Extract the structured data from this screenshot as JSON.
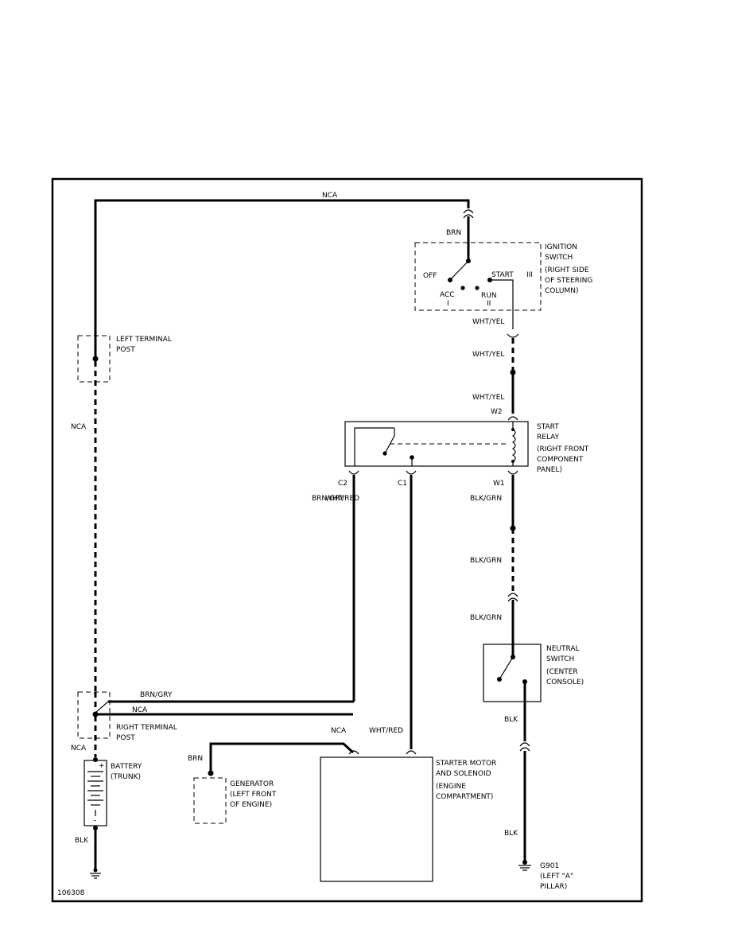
{
  "figure_id": "106308",
  "wires": {
    "top": "NCA",
    "ign_feed": "BRN",
    "left_post_wire": "NCA",
    "ign_out1": "WHT/YEL",
    "ign_out2": "WHT/YEL",
    "ign_out3": "WHT/YEL",
    "relay_w1_a": "BLK/GRN",
    "relay_w1_b": "BLK/GRN",
    "relay_w1_c": "BLK/GRN",
    "c2_wire": "BRN/GRY",
    "c2_overlap": "WHT/RED",
    "right_post_brn_gry": "BRN/GRY",
    "right_post_nca": "NCA",
    "starter_nca": "NCA",
    "starter_wht_red": "WHT/RED",
    "battery_top": "NCA",
    "battery_ground": "BLK",
    "generator_feed": "BRN",
    "neutral_out": "BLK",
    "ground_wire": "BLK"
  },
  "pins": {
    "w2": "W2",
    "w1": "W1",
    "c1": "C1",
    "c2": "C2"
  },
  "components": {
    "ignition_switch": {
      "title": [
        "IGNITION",
        "SWITCH",
        "(RIGHT SIDE",
        "OF STEERING",
        "COLUMN)"
      ],
      "pos_off": "OFF",
      "pos_acc": "ACC",
      "pos_acc_num": "I",
      "pos_run": "RUN",
      "pos_run_num": "II",
      "pos_start": "START",
      "pos_start_num": "III"
    },
    "left_terminal_post": {
      "title": [
        "LEFT TERMINAL",
        "POST"
      ]
    },
    "start_relay": {
      "title": [
        "START",
        "RELAY",
        "(RIGHT FRONT",
        "COMPONENT",
        "PANEL)"
      ]
    },
    "neutral_switch": {
      "title": [
        "NEUTRAL",
        "SWITCH",
        "(CENTER",
        "CONSOLE)"
      ]
    },
    "right_terminal_post": {
      "title": [
        "RIGHT TERMINAL",
        "POST"
      ]
    },
    "battery": {
      "title": [
        "BATTERY",
        "(TRUNK)"
      ],
      "plus": "+",
      "minus": "–"
    },
    "generator": {
      "title": [
        "GENERATOR",
        "(LEFT FRONT",
        "OF ENGINE)"
      ]
    },
    "starter": {
      "title": [
        "STARTER MOTOR",
        "AND SOLENOID",
        "(ENGINE",
        "COMPARTMENT)"
      ]
    },
    "ground": {
      "title": [
        "G901",
        "(LEFT \"A\"",
        "PILLAR)"
      ]
    }
  }
}
